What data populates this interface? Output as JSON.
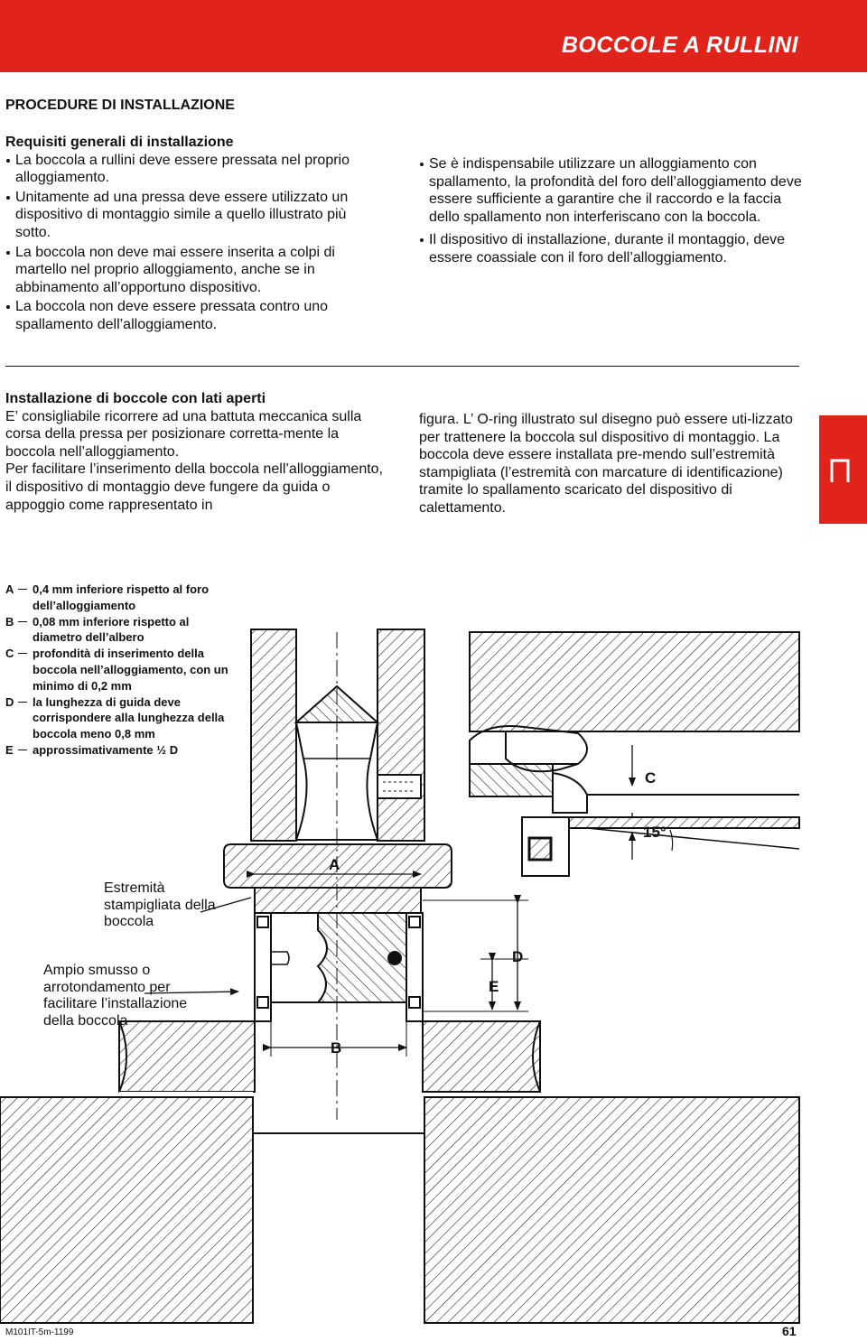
{
  "header": {
    "title": "BOCCOLE A RULLINI",
    "color": "#e0241b"
  },
  "section_title": "PROCEDURE DI INSTALLAZIONE",
  "general_requirements": {
    "heading": "Requisiti generali di installazione",
    "bullets_left": [
      "La boccola a rullini deve essere pressata nel proprio alloggiamento.",
      "Unitamente ad una pressa deve essere utilizzato un dispositivo di montaggio simile a quello illustrato più sotto.",
      "La boccola non deve mai essere inserita a colpi di martello nel proprio alloggiamento, anche se in abbinamento all’opportuno dispositivo.",
      "La boccola non deve essere pressata contro uno spallamento dell’alloggiamento."
    ],
    "bullets_right": [
      "Se è indispensabile utilizzare un alloggiamento con spallamento, la profondità del foro dell’alloggiamento deve essere sufficiente a garantire che il raccordo e la faccia dello spallamento non interferiscano con la boccola.",
      "Il dispositivo di installazione, durante il montaggio, deve essere coassiale con il foro dell’alloggiamento."
    ]
  },
  "open_end": {
    "heading": "Installazione di boccole con lati aperti",
    "para_left_1": "E’ consigliabile ricorrere ad una battuta meccanica sulla corsa della pressa per posizionare corretta-mente la boccola nell’alloggiamento.",
    "para_left_2": "Per facilitare l’inserimento della boccola nell’alloggiamento, il dispositivo di montaggio deve fungere da guida o appoggio come rappresentato in",
    "para_right": "figura. L’ O-ring illustrato sul disegno può essere uti-lizzato per trattenere la boccola sul dispositivo di montaggio. La boccola deve essere installata pre-mendo sull’estremità stampigliata (l’estremità con marcature di identificazione) tramite lo spallamento scaricato del dispositivo di calettamento."
  },
  "legend": [
    {
      "key": "A",
      "text": "0,4 mm inferiore rispetto al foro dell’alloggiamento"
    },
    {
      "key": "B",
      "text": "0,08 mm inferiore rispetto al diametro dell’albero"
    },
    {
      "key": "C",
      "text": "profondità di inserimento della boccola nell’alloggiamento, con un minimo di 0,2 mm"
    },
    {
      "key": "D",
      "text": "la lunghezza di guida deve corrispondere alla lunghezza della boccola meno 0,8 mm"
    },
    {
      "key": "E",
      "text": "approssimativamente ½ D"
    }
  ],
  "callouts": {
    "stamped_end": "Estremità stampigliata della boccola",
    "chamfer": "Ampio smusso o arrotondamento per facilitare l’installazione della boccola"
  },
  "dimension_labels": {
    "A": "A",
    "B": "B",
    "C": "C",
    "D": "D",
    "E": "E",
    "angle": "15°"
  },
  "footer": {
    "code": "M101IT-5m-1199",
    "page": "61"
  },
  "icons": {
    "side_tab": "needle-bushing-icon"
  }
}
